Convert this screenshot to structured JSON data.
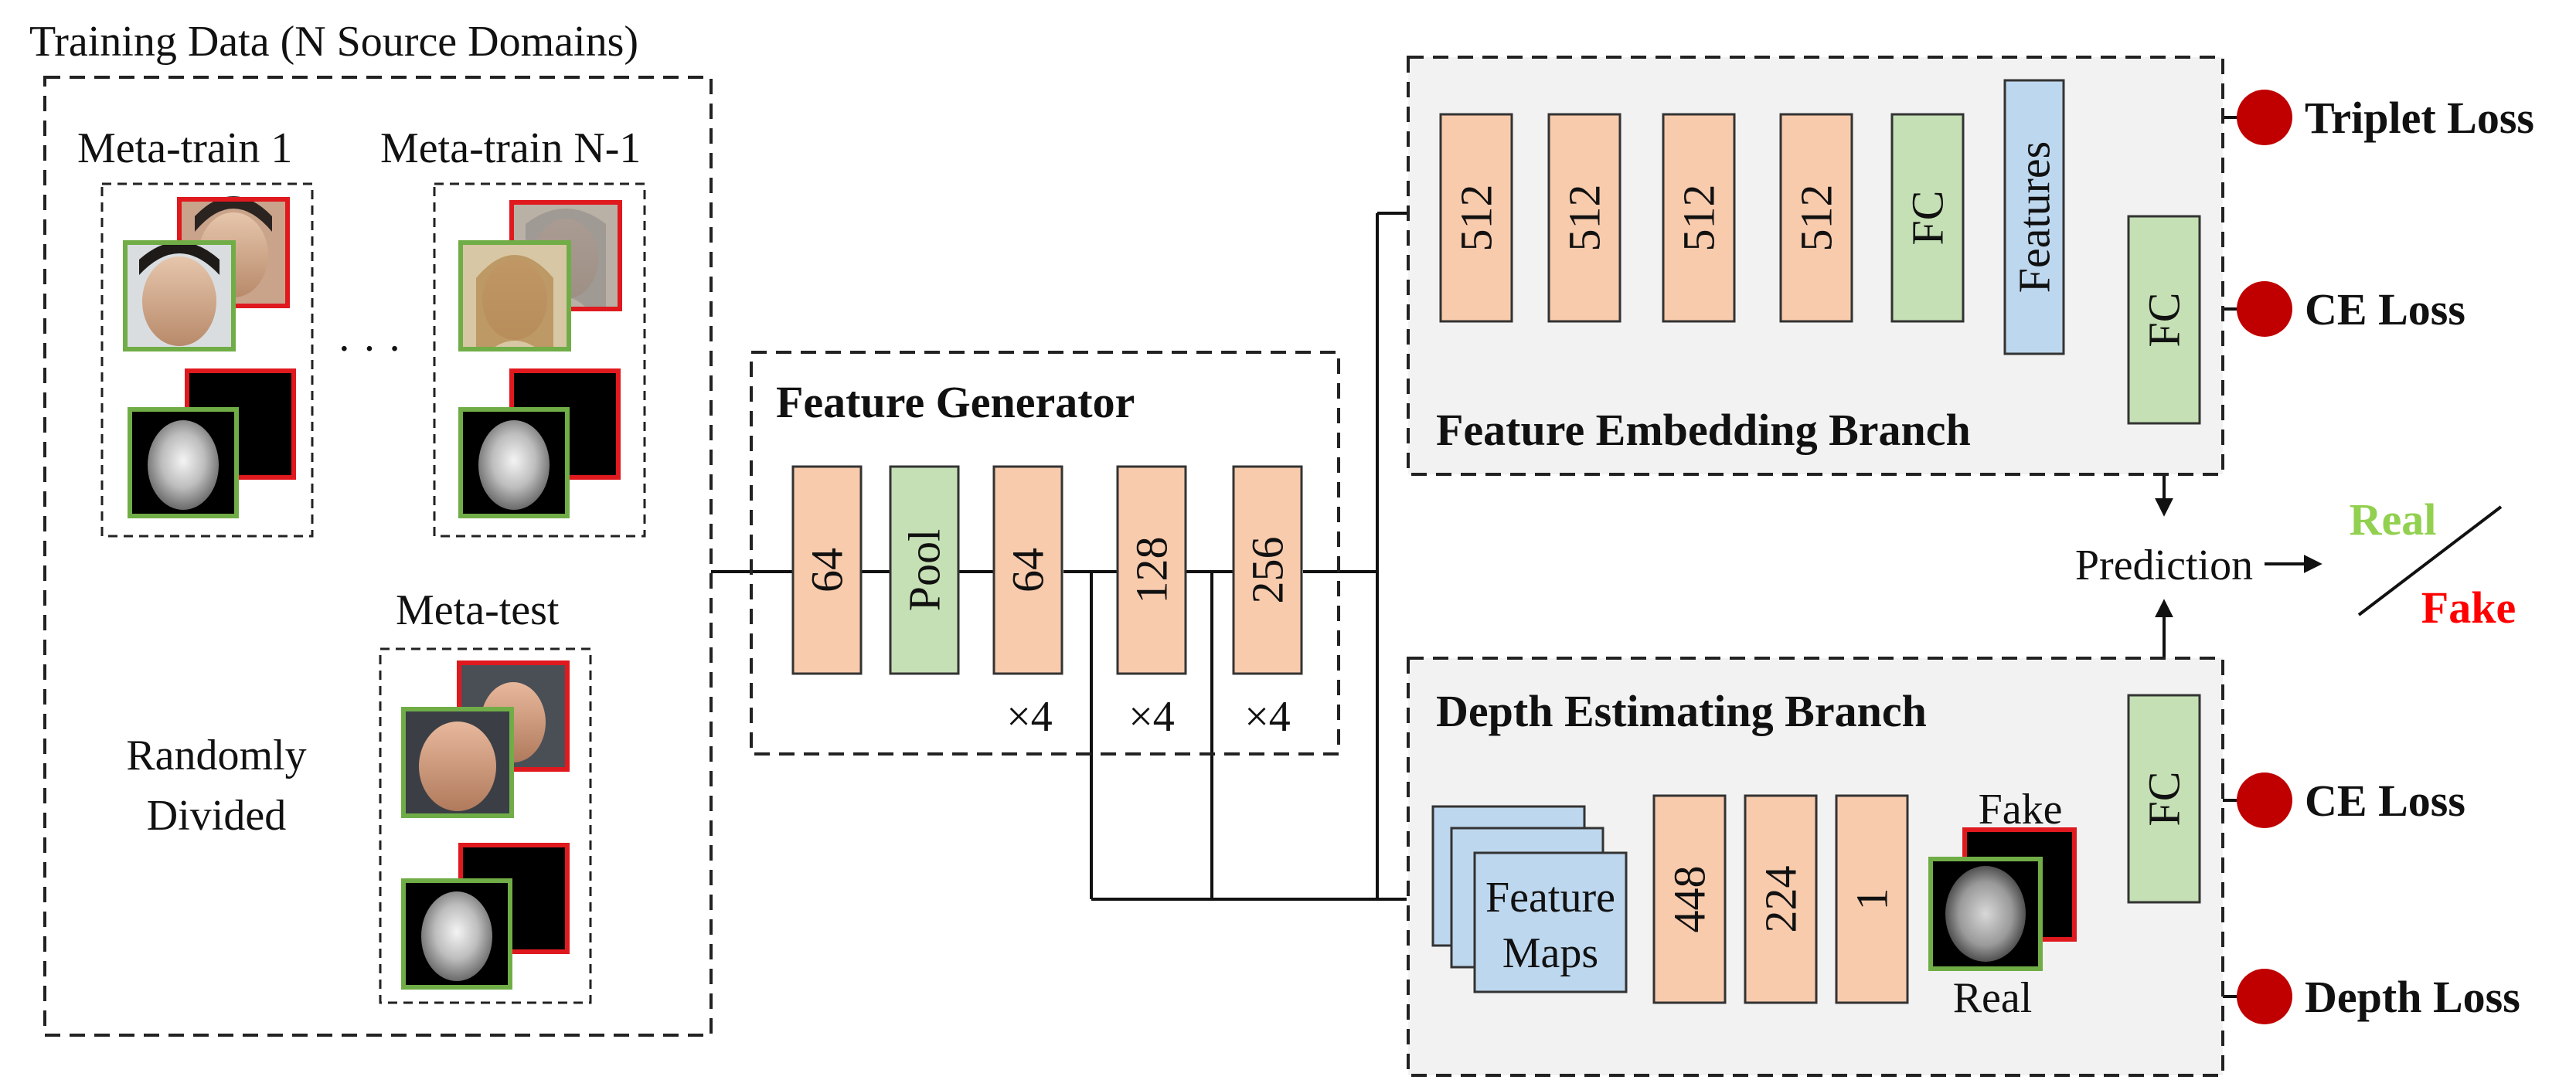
{
  "training": {
    "title": "Training Data (N Source Domains)",
    "meta_train_1": "Meta-train 1",
    "meta_train_n1": "Meta-train N-1",
    "ellipsis": "· · ·",
    "meta_test": "Meta-test",
    "randomly_1": "Randomly",
    "randomly_2": "Divided"
  },
  "generator": {
    "title": "Feature Generator",
    "blocks": [
      "64",
      "Pool",
      "64",
      "128",
      "256"
    ],
    "repeats": [
      "×4",
      "×4",
      "×4"
    ]
  },
  "embedding": {
    "title": "Feature Embedding Branch",
    "blocks": [
      "512",
      "512",
      "512",
      "512",
      "FC",
      "Features"
    ],
    "fc": "FC"
  },
  "depth": {
    "title": "Depth Estimating Branch",
    "maps_1": "Feature",
    "maps_2": "Maps",
    "blocks": [
      "448",
      "224",
      "1"
    ],
    "fake": "Fake",
    "real": "Real",
    "fc": "FC"
  },
  "losses": {
    "triplet": "Triplet Loss",
    "ce_top": "CE Loss",
    "ce_bottom": "CE Loss",
    "depth": "Depth Loss"
  },
  "prediction": {
    "label": "Prediction",
    "real": "Real",
    "fake": "Fake"
  },
  "colors": {
    "orange": "#f8cbad",
    "green": "#c5e0b4",
    "blue": "#bdd7ee",
    "real_border": "#70ad47",
    "fake_border": "#e0191f",
    "real_text": "#92d050",
    "fake_text": "#ff0000",
    "loss_dot": "#c00000"
  }
}
